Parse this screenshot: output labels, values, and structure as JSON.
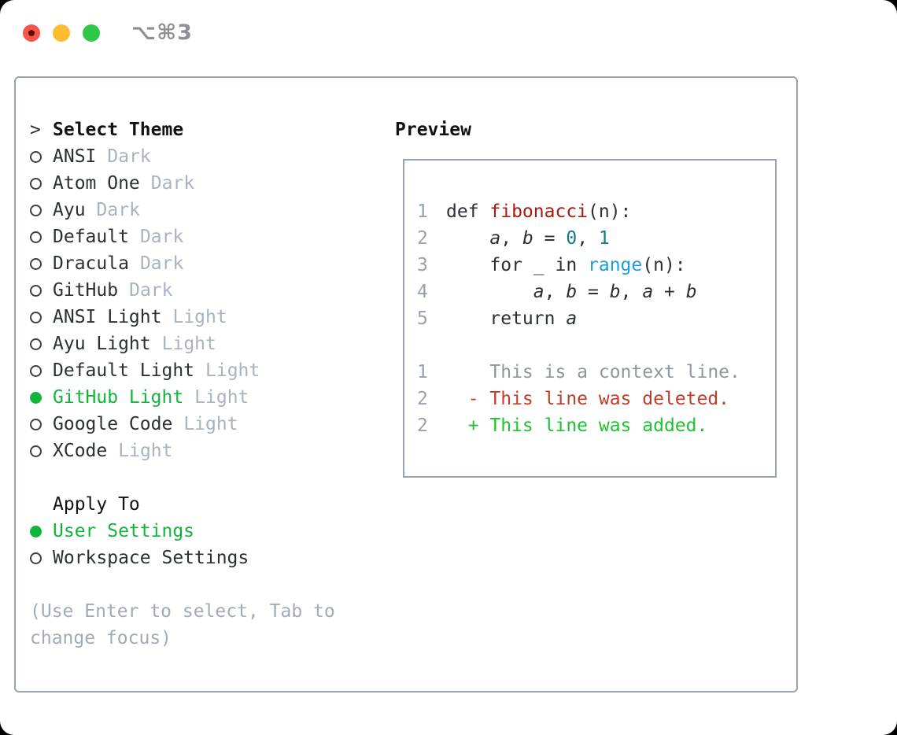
{
  "window": {
    "shortcut": "⌥⌘3",
    "traffic_lights": [
      {
        "name": "close",
        "color": "#f7544e"
      },
      {
        "name": "minimize",
        "color": "#fcbe30"
      },
      {
        "name": "zoom",
        "color": "#2ec748"
      }
    ]
  },
  "theme_list": {
    "header_prefix": ">",
    "header": "Select Theme",
    "items": [
      {
        "name": "ANSI",
        "tag": "Dark",
        "selected": false
      },
      {
        "name": "Atom One",
        "tag": "Dark",
        "selected": false
      },
      {
        "name": "Ayu",
        "tag": "Dark",
        "selected": false
      },
      {
        "name": "Default",
        "tag": "Dark",
        "selected": false
      },
      {
        "name": "Dracula",
        "tag": "Dark",
        "selected": false
      },
      {
        "name": "GitHub",
        "tag": "Dark",
        "selected": false
      },
      {
        "name": "ANSI Light",
        "tag": "Light",
        "selected": false
      },
      {
        "name": "Ayu Light",
        "tag": "Light",
        "selected": false
      },
      {
        "name": "Default Light",
        "tag": "Light",
        "selected": false
      },
      {
        "name": "GitHub Light",
        "tag": "Light",
        "selected": true
      },
      {
        "name": "Google Code",
        "tag": "Light",
        "selected": false
      },
      {
        "name": "XCode",
        "tag": "Light",
        "selected": false
      }
    ]
  },
  "apply_to": {
    "header": "Apply To",
    "options": [
      {
        "name": "User Settings",
        "selected": true
      },
      {
        "name": "Workspace Settings",
        "selected": false
      }
    ]
  },
  "hint": "(Use Enter to select, Tab to change focus)",
  "preview": {
    "header": "Preview",
    "code_lines": [
      {
        "no": "1",
        "tokens": [
          {
            "c": "plain",
            "t": "def "
          },
          {
            "c": "func",
            "t": "fibonacci"
          },
          {
            "c": "plain",
            "t": "(n):"
          }
        ]
      },
      {
        "no": "2",
        "tokens": [
          {
            "c": "plain",
            "t": "    "
          },
          {
            "c": "var",
            "t": "a"
          },
          {
            "c": "plain",
            "t": ", "
          },
          {
            "c": "var",
            "t": "b"
          },
          {
            "c": "plain",
            "t": " = "
          },
          {
            "c": "num",
            "t": "0"
          },
          {
            "c": "plain",
            "t": ", "
          },
          {
            "c": "num",
            "t": "1"
          }
        ]
      },
      {
        "no": "3",
        "tokens": [
          {
            "c": "plain",
            "t": "    for _ in "
          },
          {
            "c": "builtin",
            "t": "range"
          },
          {
            "c": "plain",
            "t": "(n):"
          }
        ]
      },
      {
        "no": "4",
        "tokens": [
          {
            "c": "plain",
            "t": "        "
          },
          {
            "c": "var",
            "t": "a"
          },
          {
            "c": "plain",
            "t": ", "
          },
          {
            "c": "var",
            "t": "b"
          },
          {
            "c": "plain",
            "t": " = "
          },
          {
            "c": "var",
            "t": "b"
          },
          {
            "c": "plain",
            "t": ", "
          },
          {
            "c": "var",
            "t": "a"
          },
          {
            "c": "plain",
            "t": " + "
          },
          {
            "c": "var",
            "t": "b"
          }
        ]
      },
      {
        "no": "5",
        "tokens": [
          {
            "c": "plain",
            "t": "    return "
          },
          {
            "c": "var",
            "t": "a"
          }
        ]
      }
    ],
    "diff_lines": [
      {
        "no": "1",
        "tokens": [
          {
            "c": "context",
            "t": "    This is a context line."
          }
        ]
      },
      {
        "no": "2",
        "tokens": [
          {
            "c": "deleted",
            "t": "  - This line was deleted."
          }
        ]
      },
      {
        "no": "2",
        "tokens": [
          {
            "c": "added",
            "t": "  + This line was added."
          }
        ]
      }
    ]
  },
  "colors": {
    "accent_green": "#12b53c",
    "added_green": "#1ec32f",
    "deleted_red": "#c33b27",
    "func_red": "#a51c0f",
    "num_teal": "#0e7d85",
    "builtin_blue": "#1b9ed9",
    "text_dark": "#2b3036",
    "heading_dark": "#101214",
    "tag_gray": "#a9b3bf",
    "hint_gray": "#a0aab8",
    "lineno_gray": "#98a2ae",
    "context_gray": "#8f969c",
    "border_gray": "#9aa3ad",
    "ring_dark": "#3c4046",
    "traffic_red": "#f7544e",
    "traffic_red_dot": "#5c0f07",
    "traffic_yellow": "#fcbe30",
    "traffic_green": "#2ec748",
    "shortcut_gray": "#8e9095"
  }
}
